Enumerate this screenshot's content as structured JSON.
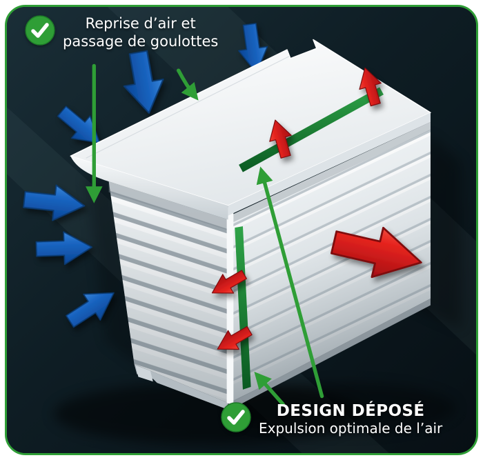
{
  "panel": {
    "background": "#0d1b22",
    "border_color": "#2f9e36"
  },
  "colors": {
    "intake_arrows_blue": "#1b66c2",
    "exhaust_arrows_red": "#e6241f",
    "highlight_green": "#2f9e36",
    "unit_body": "#eef2f4",
    "text": "#ffffff"
  },
  "icons": {
    "check_badge": "✓"
  },
  "annotations": {
    "top": {
      "line1": "Reprise d’air et",
      "line2": "passage de goulottes"
    },
    "bottom": {
      "title": "DESIGN DÉPOSÉ",
      "subtitle": "Expulsion optimale de l’air"
    }
  }
}
